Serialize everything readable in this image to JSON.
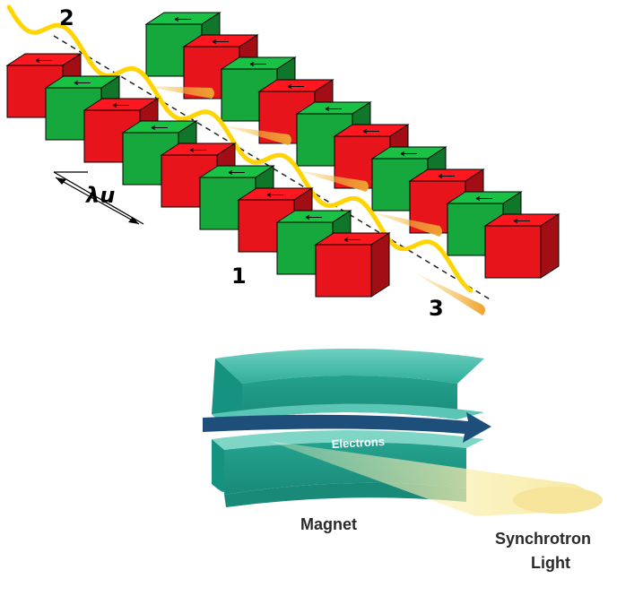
{
  "undulator": {
    "labels": {
      "one": "1",
      "two": "2",
      "three": "3",
      "period": "λu"
    },
    "colors": {
      "red": "#e8141b",
      "green": "#16a83c",
      "beam": "#ffd400",
      "cone": "#f0a030"
    },
    "magnet_count": {
      "front_row": 9,
      "back_row": 10
    }
  },
  "bending_magnet": {
    "labels": {
      "electrons": "Electrons",
      "magnet": "Magnet",
      "light_line1": "Synchrotron",
      "light_line2": "Light"
    },
    "colors": {
      "magnet": "#1f9f8c",
      "arrow": "#1d4f7a",
      "light": "#fff2a8"
    }
  }
}
